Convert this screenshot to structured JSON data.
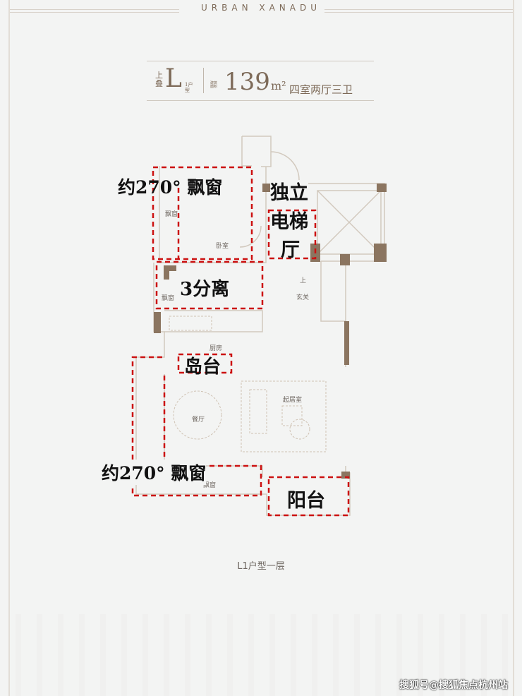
{
  "brand": "URBAN XANADU",
  "title": {
    "prefix": "上叠",
    "unit_code": "L",
    "unit_suffix": "1户型",
    "area_label": "建筑面积",
    "area_value": "139",
    "area_unit": "m²",
    "layout": "四室两厅三卫"
  },
  "rooms": {
    "bay_window_bedroom": "飘窗",
    "bedroom": "卧室",
    "bay_window_bath": "飘窗",
    "stairs_up": "上",
    "foyer": "玄关",
    "kitchen": "厨房",
    "dining": "餐厅",
    "living": "起居室",
    "bay_window_dining": "飘窗"
  },
  "annotations": {
    "bay_window_top": "约270° 飘窗",
    "elevator_hall_line1": "独立",
    "elevator_hall_line2": "电梯",
    "elevator_hall_line3": "厅",
    "bathroom": "3分离",
    "island": "岛台",
    "bay_window_bottom": "约270° 飘窗",
    "balcony": "阳台"
  },
  "caption": "L1户型一层",
  "watermark": "搜狐号@搜狐焦点杭州站",
  "colors": {
    "wall": "#8b7560",
    "highlight": "#cc1111",
    "accent_text": "#7d6a58"
  }
}
